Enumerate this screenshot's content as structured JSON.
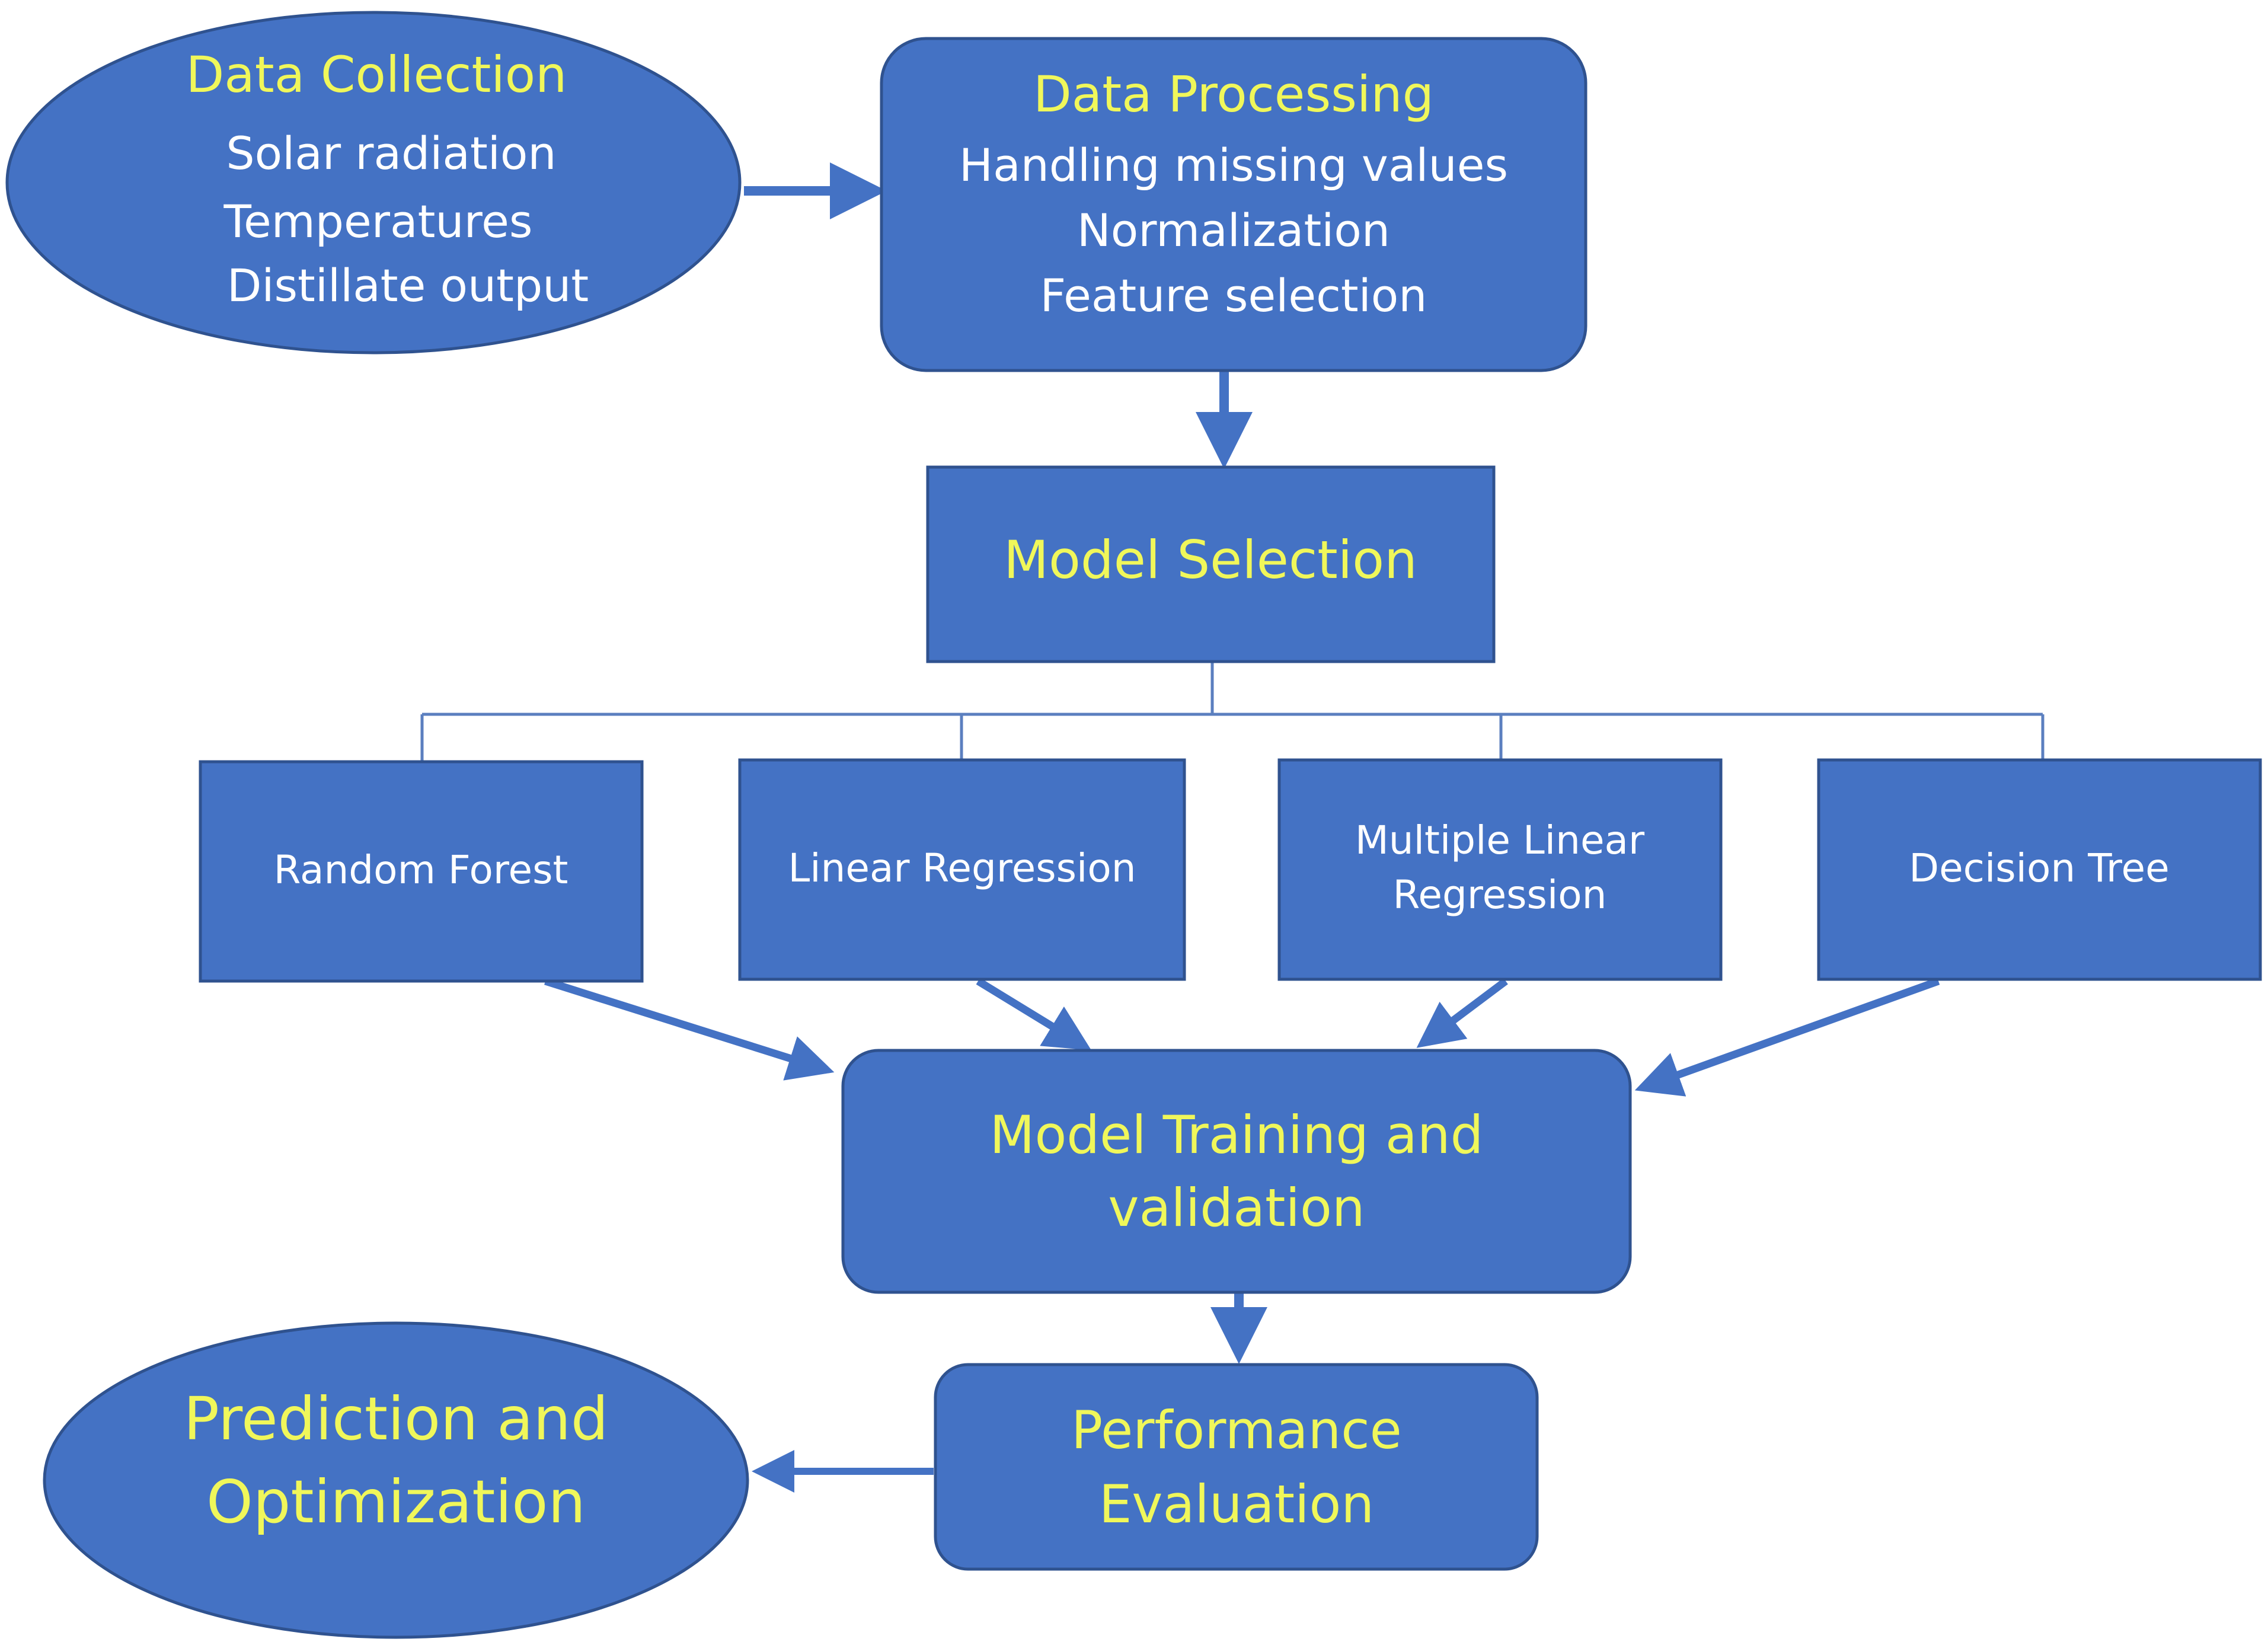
{
  "colors": {
    "node_fill": "#4472c4",
    "node_border": "#2f528f",
    "title_text": "#f0f75a",
    "body_text": "#ffffff"
  },
  "nodes": {
    "data_collection": {
      "title": "Data Collection",
      "items": [
        "Solar radiation",
        "Temperatures",
        "Distillate output"
      ]
    },
    "data_processing": {
      "title": "Data Processing",
      "items": [
        "Handling missing values",
        "Normalization",
        "Feature selection"
      ]
    },
    "model_selection": {
      "title": "Model Selection"
    },
    "models": [
      {
        "lines": [
          "Random Forest"
        ]
      },
      {
        "lines": [
          "Linear Regression"
        ]
      },
      {
        "lines": [
          "Multiple Linear",
          "Regression"
        ]
      },
      {
        "lines": [
          "Decision Tree"
        ]
      }
    ],
    "model_training": {
      "lines": [
        "Model Training and",
        "validation"
      ]
    },
    "performance_evaluation": {
      "lines": [
        "Performance",
        "Evaluation"
      ]
    },
    "prediction": {
      "lines": [
        "Prediction and",
        "Optimization"
      ]
    }
  }
}
